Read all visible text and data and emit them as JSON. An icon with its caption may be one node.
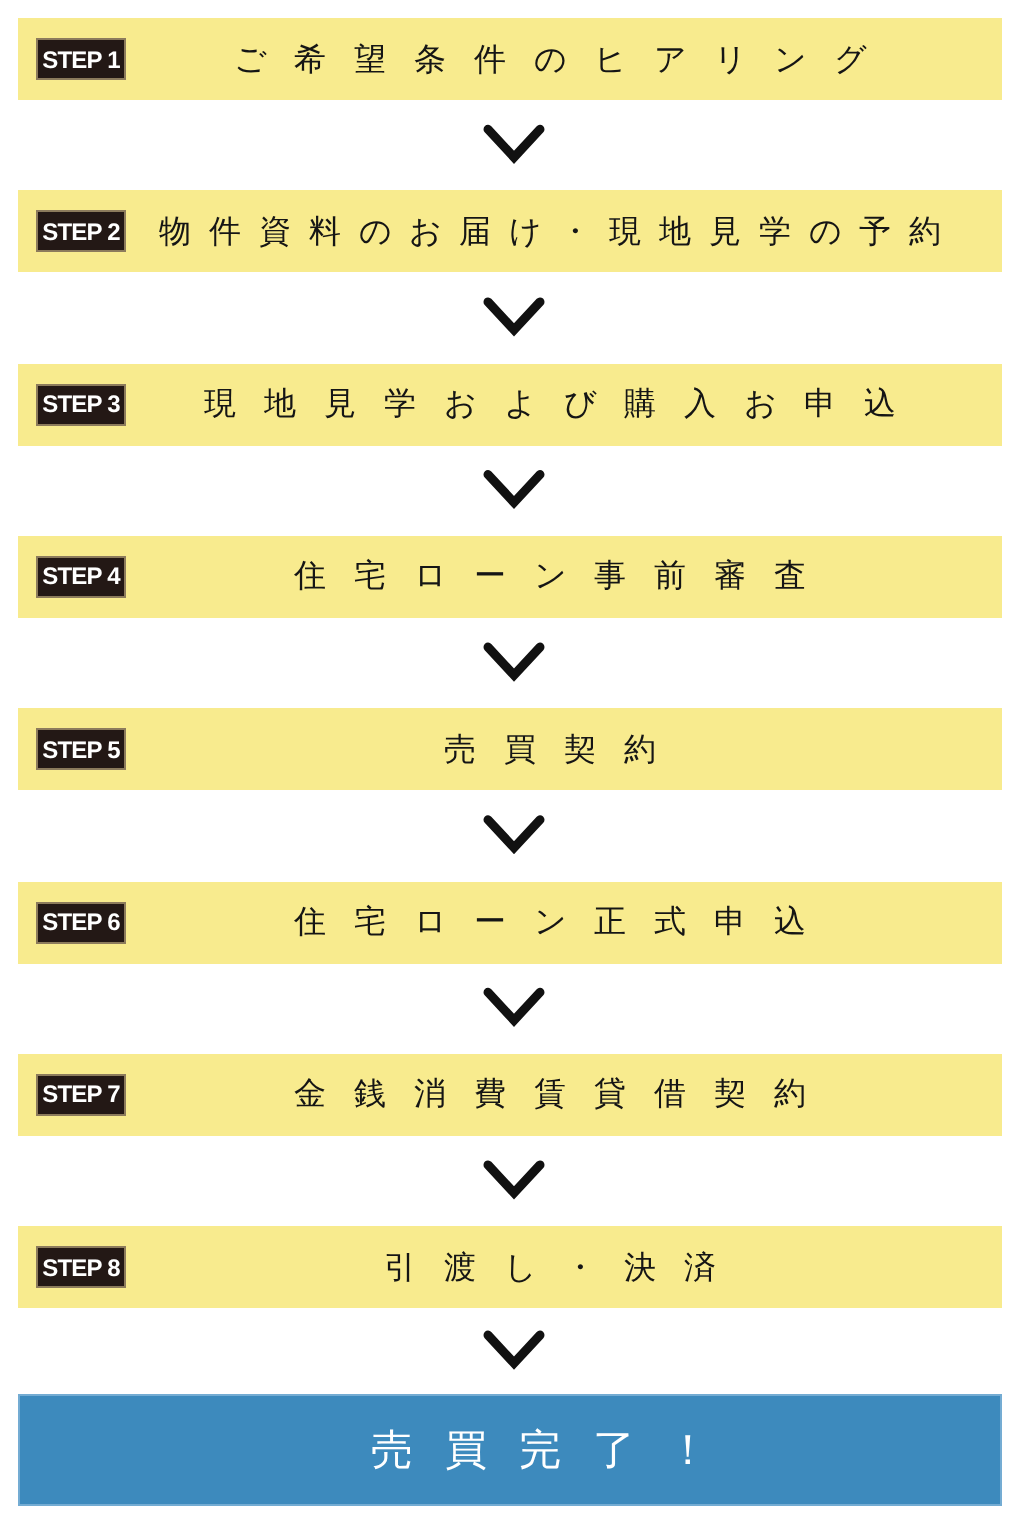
{
  "diagram": {
    "nodes": [
      {
        "text": [
          "STEP 1",
          "ご希望条件のヒアリング"
        ]
      },
      {
        "text": [
          "STEP 2",
          "物件資料のお届け・現地見学の予約"
        ]
      },
      {
        "text": [
          "STEP 3",
          "現地見学および購入お申込"
        ]
      },
      {
        "text": [
          "STEP 4",
          "住宅ローン事前審査"
        ]
      },
      {
        "text": [
          "STEP 5",
          "売買契約"
        ]
      },
      {
        "text": [
          "STEP 6",
          "住宅ローン正式申込"
        ]
      },
      {
        "text": [
          "STEP 7",
          "金銭消費賃貸借契約"
        ]
      },
      {
        "text": [
          "STEP 8",
          "引渡し・決済"
        ]
      },
      {
        "text": [
          "売買完了！"
        ]
      }
    ],
    "edges": [
      {
        "from": 0,
        "to": 1,
        "arrow": "to"
      },
      {
        "from": 1,
        "to": 2,
        "arrow": "to"
      },
      {
        "from": 2,
        "to": 3,
        "arrow": "to"
      },
      {
        "from": 3,
        "to": 4,
        "arrow": "to"
      },
      {
        "from": 4,
        "to": 5,
        "arrow": "to"
      },
      {
        "from": 5,
        "to": 6,
        "arrow": "to"
      },
      {
        "from": 6,
        "to": 7,
        "arrow": "to"
      },
      {
        "from": 7,
        "to": 8,
        "arrow": "to"
      }
    ]
  }
}
